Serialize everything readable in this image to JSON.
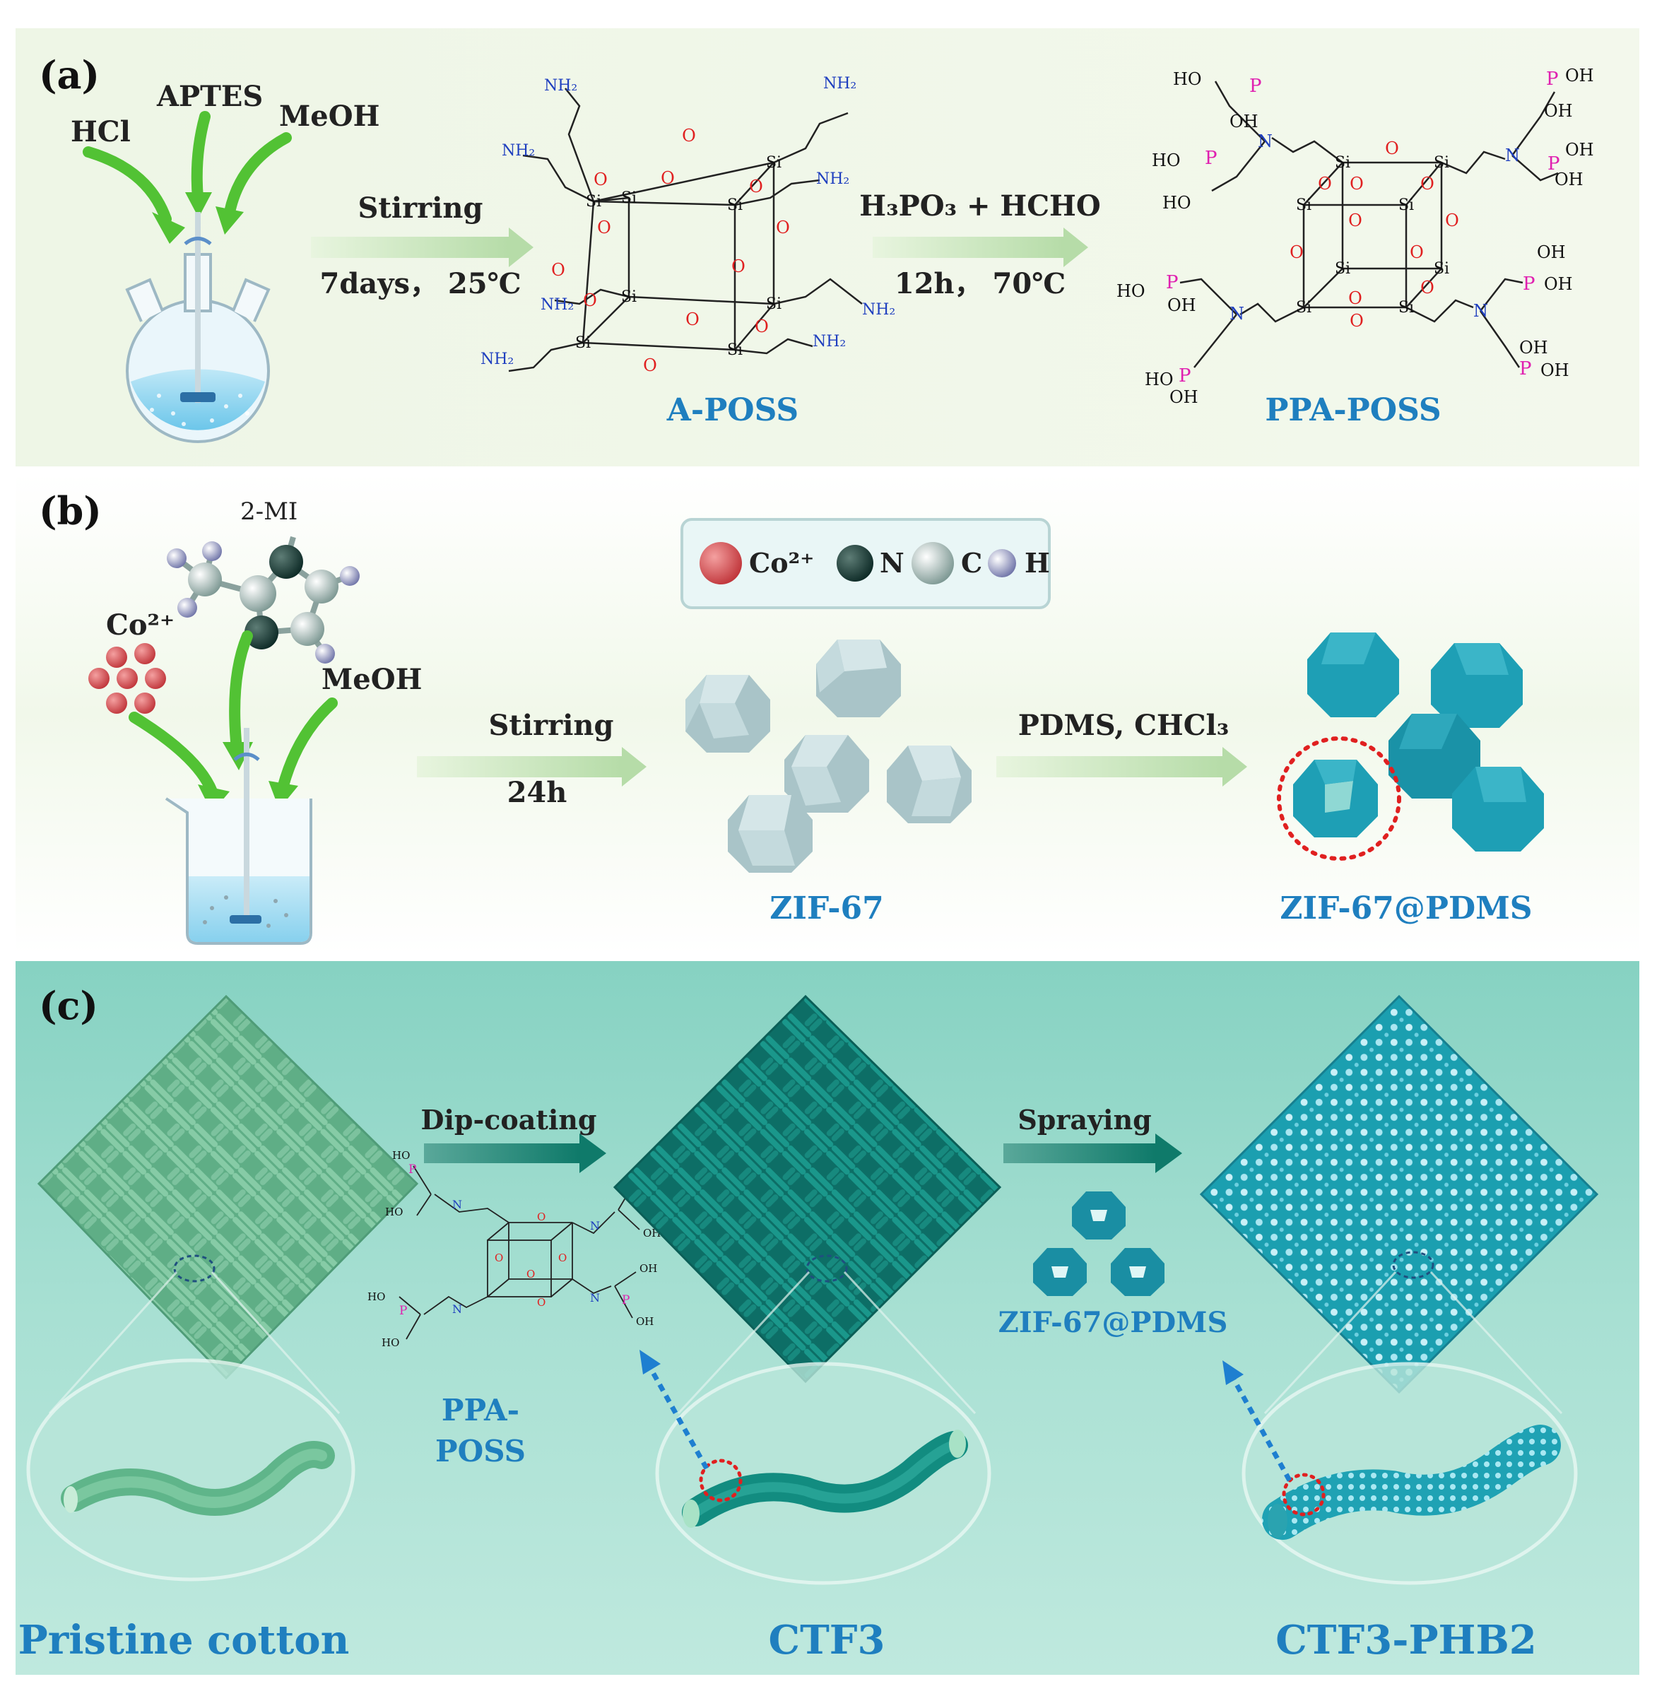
{
  "panel_a": {
    "label": "(a)",
    "reagents": [
      "HCl",
      "APTES",
      "MeOH"
    ],
    "step1_top": "Stirring",
    "step1_bottom": "7days， 25℃",
    "product1": "A-POSS",
    "step2_top": "H₃PO₃ + HCHO",
    "step2_bottom": "12h， 70℃",
    "product2": "PPA-POSS",
    "atoms": {
      "si": "Si",
      "o": "O",
      "n": "N",
      "p": "P",
      "nh2": "NH₂",
      "ho": "HO",
      "oh": "OH"
    }
  },
  "panel_b": {
    "label": "(b)",
    "ligand": "2-MI",
    "metal": "Co²⁺",
    "solvent": "MeOH",
    "legend": [
      "Co²⁺",
      "N",
      "C",
      "H"
    ],
    "step1_top": "Stirring",
    "step1_bottom": "24h",
    "product1": "ZIF-67",
    "step2_top": "PDMS, CHCl₃",
    "product2": "ZIF-67@PDMS"
  },
  "panel_c": {
    "label": "(c)",
    "step1": "Dip-coating",
    "step2": "Spraying",
    "molecule_label": [
      "PPA-",
      "POSS"
    ],
    "particle_label": "ZIF-67@PDMS",
    "fabrics": [
      "Pristine cotton",
      "CTF3",
      "CTF3-PHB2"
    ]
  },
  "colors": {
    "arrow_green": "#52c234",
    "title_blue": "#1f7fbf",
    "amine_blue": "#1f3fbf",
    "phosphorus_pink": "#e020b0",
    "oxygen_red": "#e02020",
    "zif_gray": "#a9c4c8",
    "zif_teal": "#1e9fb5",
    "cotton_green": "#6fbf96",
    "ctf3_teal": "#14897f"
  }
}
